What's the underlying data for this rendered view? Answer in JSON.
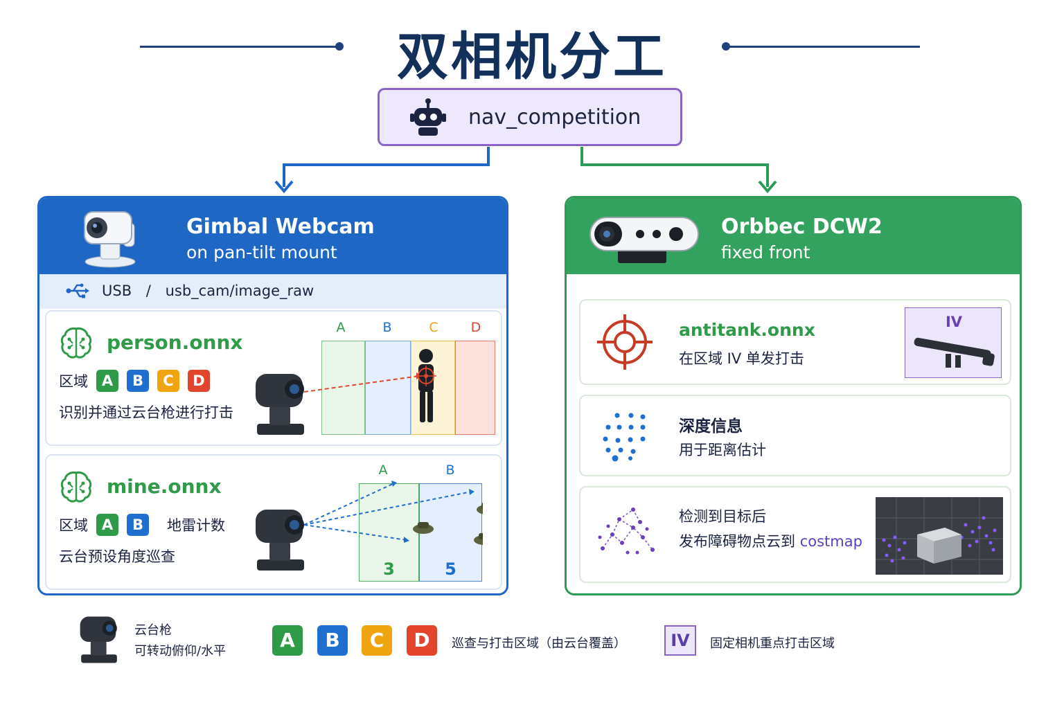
{
  "title": "双相机分工",
  "root": {
    "label": "nav_competition",
    "icon": "robot-icon"
  },
  "left": {
    "title": "Gimbal Webcam",
    "subtitle": "on pan-tilt mount",
    "color": "#1f67c4",
    "usb": {
      "label": "USB",
      "separator": "/",
      "topic": "usb_cam/image_raw",
      "icon": "usb-icon"
    },
    "person": {
      "model": "person.onnx",
      "zone_label": "区域",
      "zones": [
        "A",
        "B",
        "C",
        "D"
      ],
      "description": "识别并通过云台枪进行打击",
      "diagram_zones": [
        "A",
        "B",
        "C",
        "D"
      ]
    },
    "mine": {
      "model": "mine.onnx",
      "zone_label": "区域",
      "zones": [
        "A",
        "B"
      ],
      "count_label": "地雷计数",
      "description": "云台预设角度巡查",
      "diagram_zones": [
        "A",
        "B"
      ],
      "counts": [
        "3",
        "5"
      ]
    }
  },
  "right": {
    "title": "Orbbec DCW2",
    "subtitle": "fixed front",
    "color": "#33a25f",
    "antitank": {
      "model": "antitank.onnx",
      "description": "在区域 IV 单发打击",
      "zone": "IV"
    },
    "depth": {
      "title": "深度信息",
      "description": "用于距离估计"
    },
    "costmap": {
      "line1": "检测到目标后",
      "line2_prefix": "发布障碍物点云到 ",
      "line2_highlight": "costmap"
    }
  },
  "legend": {
    "gun_line1": "云台枪",
    "gun_line2": "可转动俯仰/水平",
    "zones": [
      "A",
      "B",
      "C",
      "D"
    ],
    "zones_text": "巡查与打击区域（由云台覆盖）",
    "fixed_zone": "IV",
    "fixed_text": "固定相机重点打击区域"
  }
}
